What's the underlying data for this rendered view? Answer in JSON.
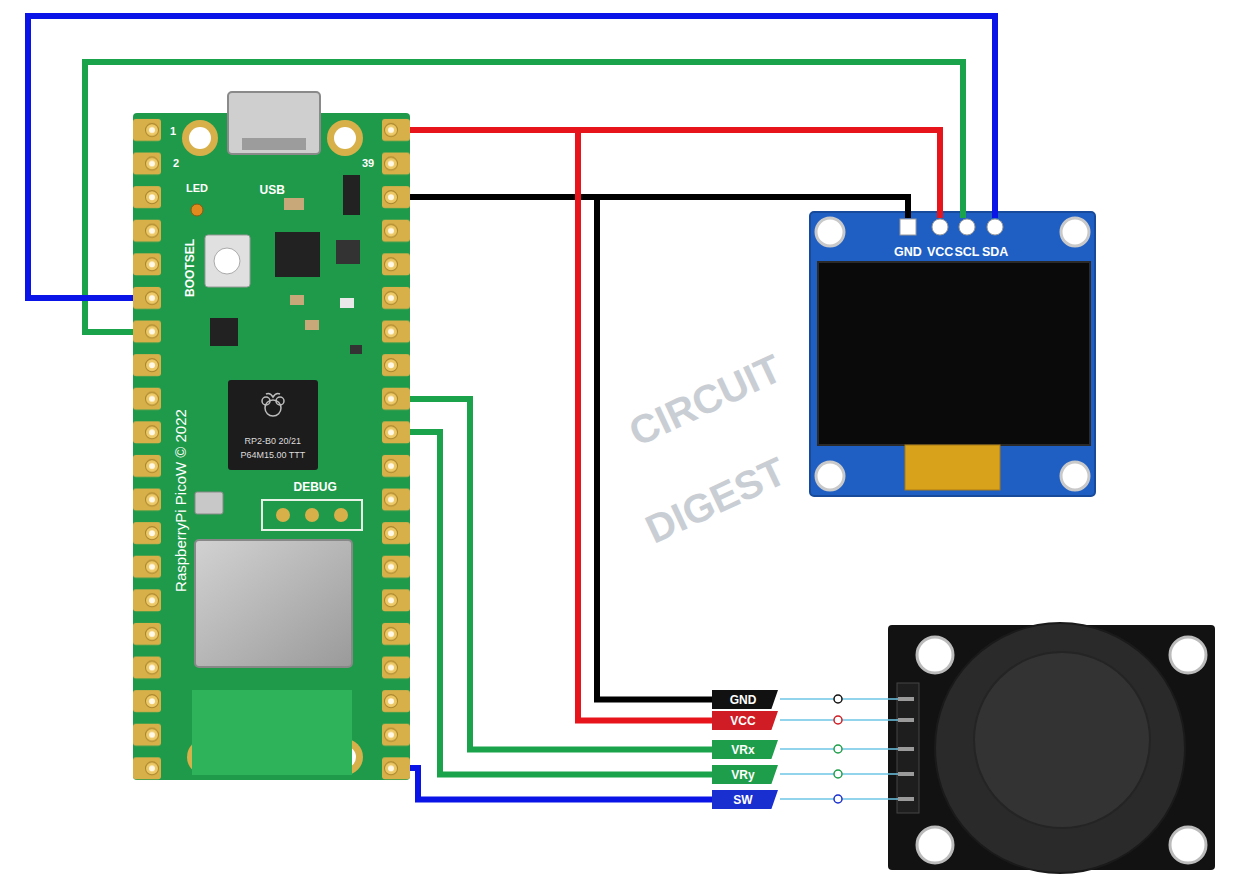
{
  "diagram": {
    "nodes": [
      {
        "text": [
          "1",
          "2",
          "39",
          "LED",
          "USB",
          "BOOTSEL",
          "RP2-B0 20/21",
          "P64M15.00 TTT",
          "RaspberryPi PicoW © 2022",
          "DEBUG"
        ]
      },
      {
        "text": [
          "GND",
          "VCC",
          "SCL",
          "SDA"
        ]
      },
      {
        "text": [
          "GND"
        ]
      },
      {
        "text": [
          "VCC"
        ]
      },
      {
        "text": [
          "VRx"
        ]
      },
      {
        "text": [
          "VRy"
        ]
      },
      {
        "text": [
          "SW"
        ]
      }
    ],
    "edges": [
      {
        "from": 0,
        "to": 1,
        "arrow": "none"
      },
      {
        "from": 0,
        "to": 1,
        "arrow": "none"
      },
      {
        "from": 0,
        "to": 1,
        "arrow": "none"
      },
      {
        "from": 0,
        "to": 1,
        "arrow": "none"
      },
      {
        "from": 0,
        "to": 2,
        "arrow": "none"
      },
      {
        "from": 0,
        "to": 3,
        "arrow": "none"
      },
      {
        "from": 0,
        "to": 4,
        "arrow": "none"
      },
      {
        "from": 0,
        "to": 5,
        "arrow": "none"
      },
      {
        "from": 0,
        "to": 6,
        "arrow": "none"
      }
    ],
    "labels": [
      "CIRCUIT",
      "DIGEST"
    ]
  }
}
